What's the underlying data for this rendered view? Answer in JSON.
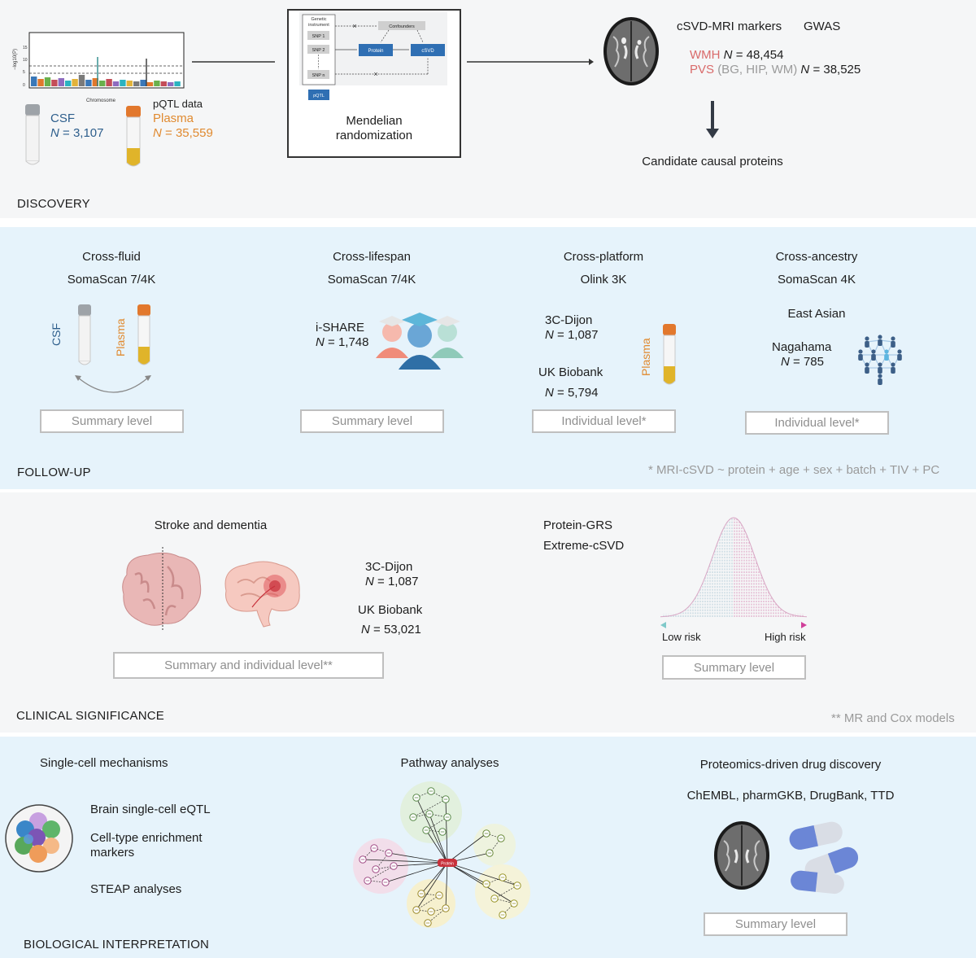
{
  "discovery": {
    "section_label": "DISCOVERY",
    "manhattan": {
      "y_label": "−log10(P)",
      "x_label": "Chromosome",
      "y_ticks": [
        "15",
        "10",
        "5",
        "0"
      ]
    },
    "pqtl_label": "pQTL data",
    "csf": {
      "label": "CSF",
      "n_prefix": "N",
      "n_value": "= 3,107"
    },
    "plasma": {
      "label": "Plasma",
      "n_prefix": "N",
      "n_value": "= 35,559"
    },
    "mr": {
      "title_line1": "Mendelian",
      "title_line2": "randomization",
      "genetic_instrument_line1": "Genetic",
      "genetic_instrument_line2": "instrument",
      "snp1": "SNP 1",
      "snp2": "SNP 2",
      "snpn": "SNP n",
      "confounders": "Confounders",
      "protein": "Protein",
      "csvd": "cSVD",
      "pqtl": "pQTL"
    },
    "markers_title": "cSVD-MRI markers",
    "gwas": "GWAS",
    "wmh": {
      "label": "WMH",
      "n_prefix": "N",
      "n_value": "= 48,454"
    },
    "pvs": {
      "label": "PVS",
      "sub": "(BG, HIP, WM)",
      "n_prefix": "N",
      "n_value": "= 38,525"
    },
    "candidate": "Candidate causal proteins"
  },
  "followup": {
    "section_label": "FOLLOW-UP",
    "footnote": "* MRI-cSVD ~ protein + age + sex + batch + TIV + PC",
    "cross_fluid": {
      "title": "Cross-fluid",
      "platform": "SomaScan 7/4K",
      "csf": "CSF",
      "plasma": "Plasma",
      "level": "Summary level"
    },
    "cross_lifespan": {
      "title": "Cross-lifespan",
      "platform": "SomaScan 7/4K",
      "cohort": "i-SHARE",
      "n_prefix": "N",
      "n_value": "= 1,748",
      "level": "Summary level"
    },
    "cross_platform": {
      "title": "Cross-platform",
      "platform": "Olink 3K",
      "cohort1": "3C-Dijon",
      "n1_prefix": "N",
      "n1_value": "= 1,087",
      "cohort2": "UK Biobank",
      "n2_prefix": "N",
      "n2_value": "= 5,794",
      "plasma": "Plasma",
      "level": "Individual level*"
    },
    "cross_ancestry": {
      "title": "Cross-ancestry",
      "platform": "SomaScan 4K",
      "ancestry": "East Asian",
      "cohort": "Nagahama",
      "n_prefix": "N",
      "n_value": "= 785",
      "level": "Individual level*"
    }
  },
  "clinical": {
    "section_label": "CLINICAL SIGNIFICANCE",
    "footnote": "** MR and Cox models",
    "stroke_title": "Stroke and dementia",
    "cohort1": "3C-Dijon",
    "n1_prefix": "N",
    "n1_value": "= 1,087",
    "cohort2": "UK Biobank",
    "n2_prefix": "N",
    "n2_value": "= 53,021",
    "level1": "Summary and individual level**",
    "grs_line1": "Protein-GRS",
    "grs_line2": "Extreme-cSVD",
    "low_risk": "Low risk",
    "high_risk": "High risk",
    "level2": "Summary level"
  },
  "biological": {
    "section_label": "BIOLOGICAL INTERPRETATION",
    "single_cell_title": "Single-cell mechanisms",
    "item1": "Brain single-cell eQTL",
    "item2_line1": "Cell-type enrichment",
    "item2_line2": "markers",
    "item3": "STEAP analyses",
    "pathway_title": "Pathway analyses",
    "hub_label": "Protein",
    "drug_title": "Proteomics-driven drug discovery",
    "databases": "ChEMBL, pharmGKB, DrugBank, TTD",
    "level": "Summary level"
  },
  "colors": {
    "panel_blue": "#e6f3fb",
    "panel_gray": "#f5f6f7",
    "csf_blue": "#2d5e8c",
    "plasma_orange": "#e08a30",
    "marker_pink": "#d96a6a"
  }
}
